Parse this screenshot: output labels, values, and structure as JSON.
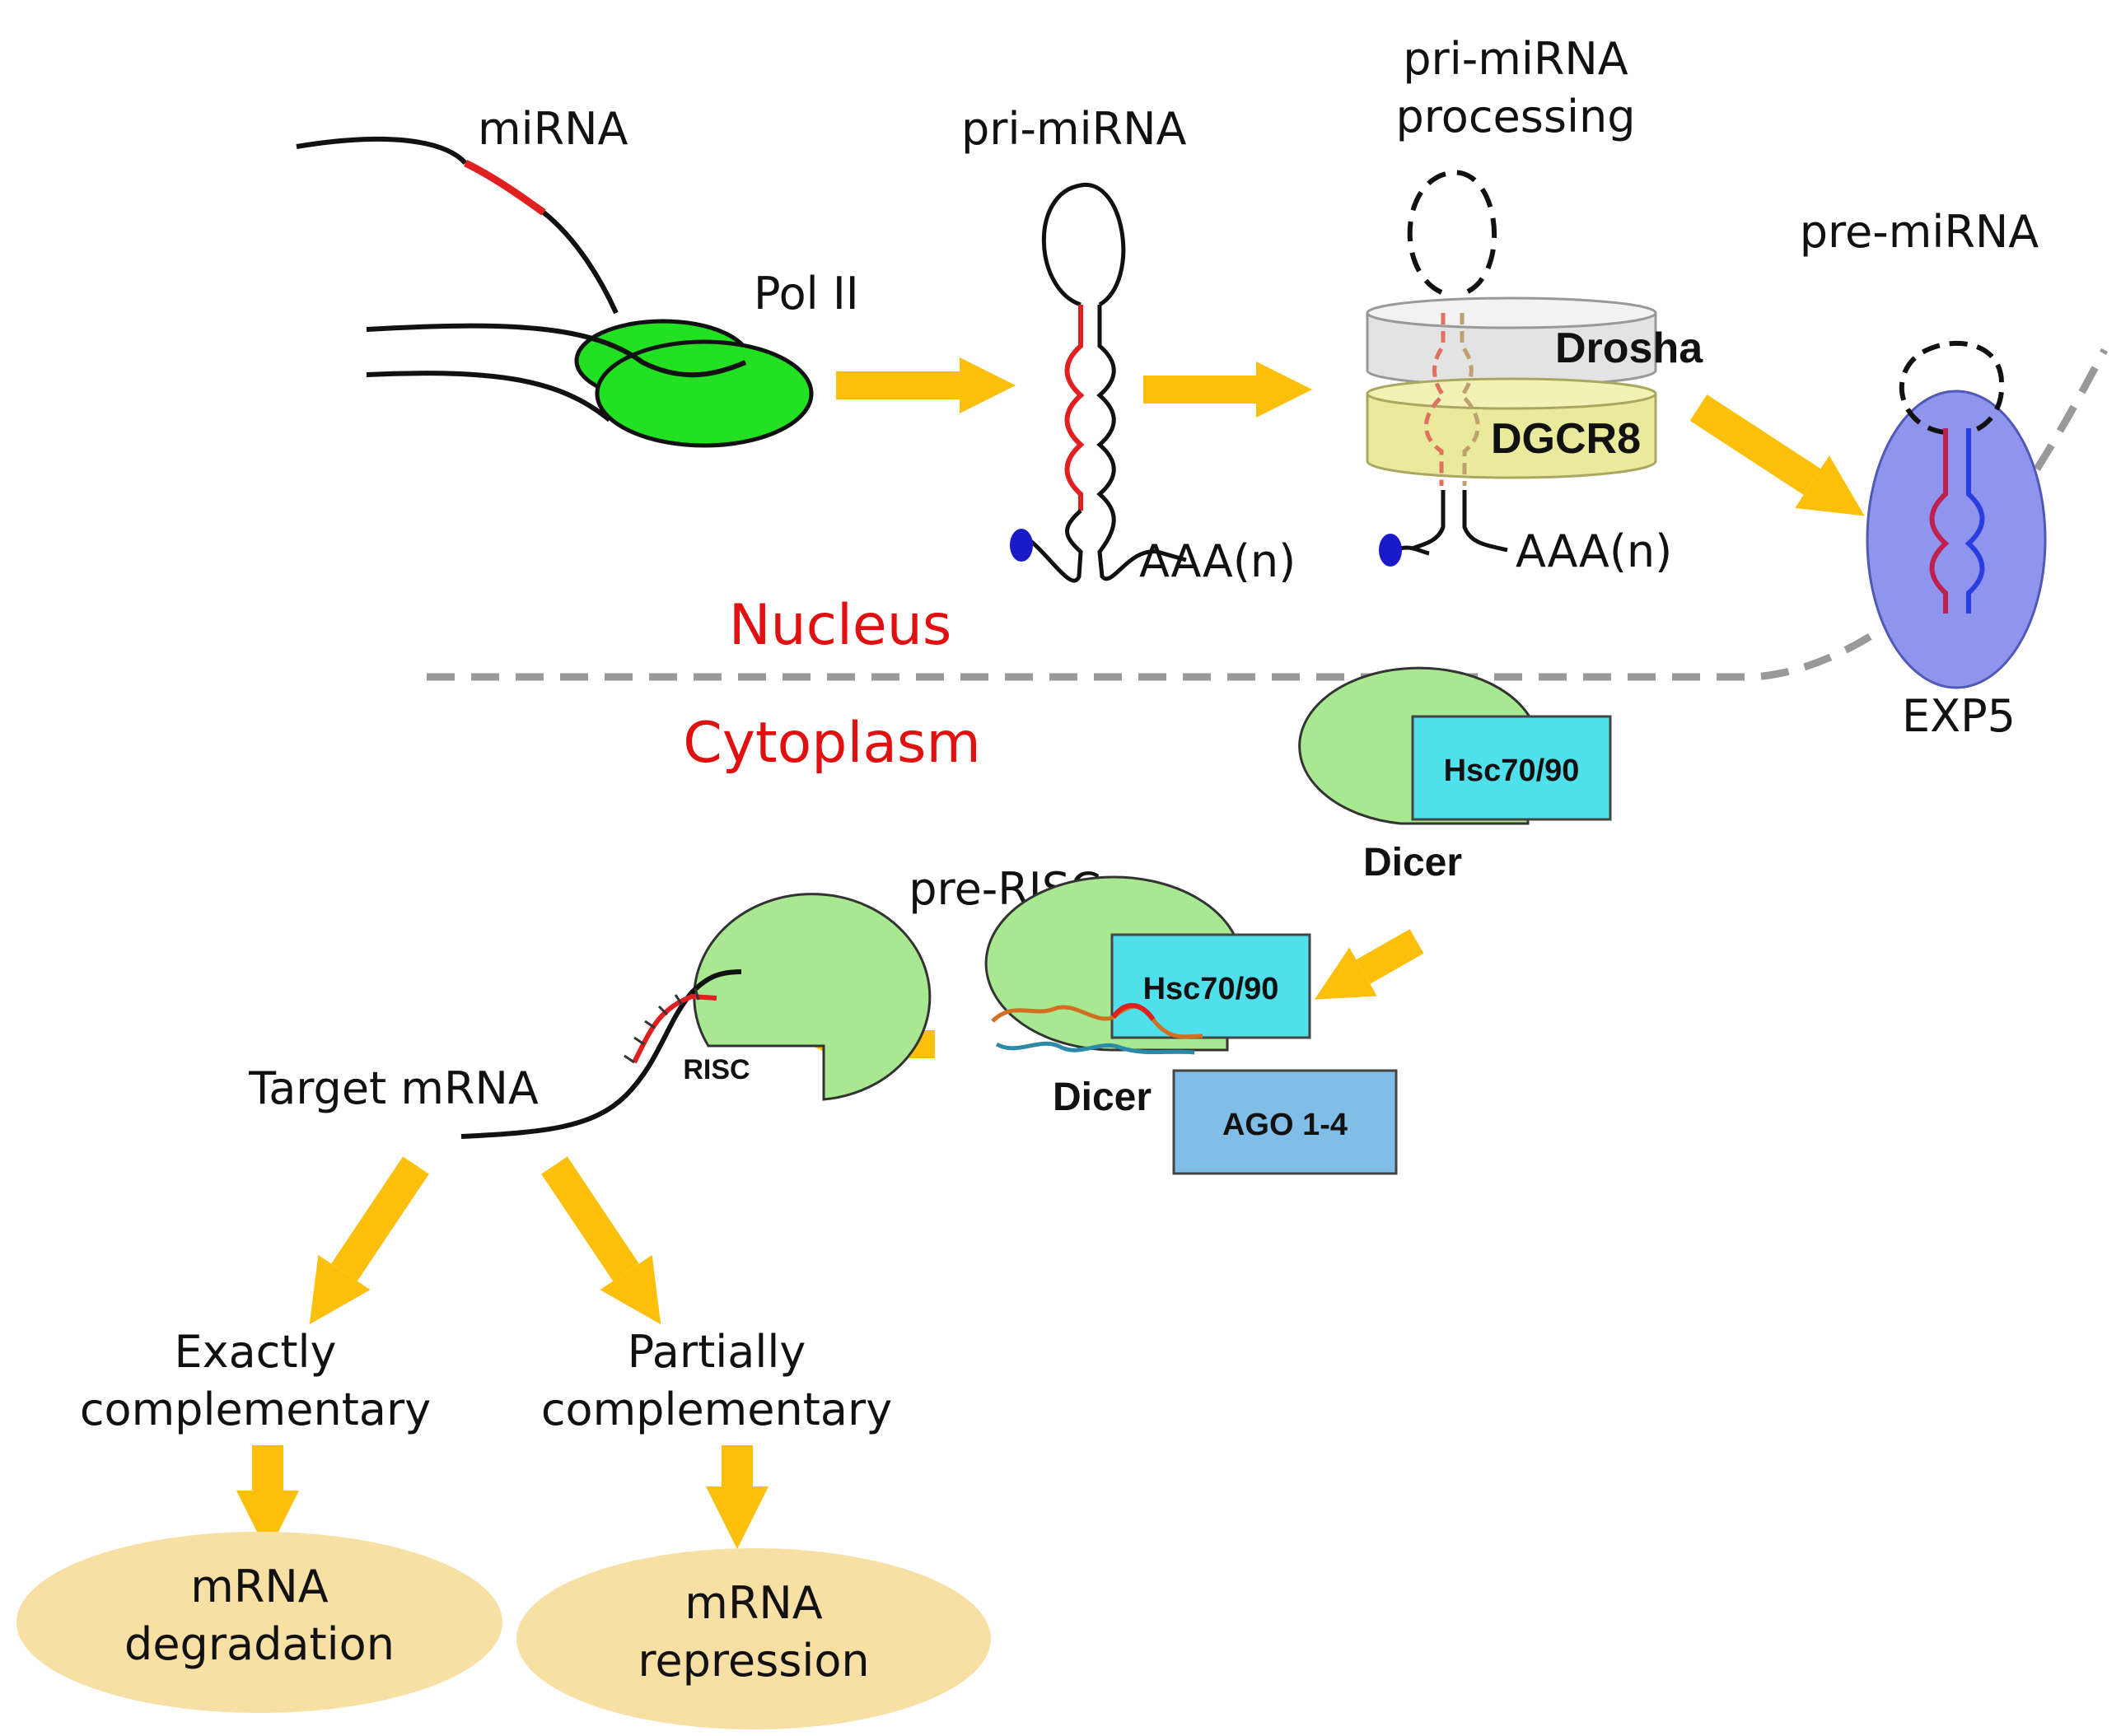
{
  "labels": {
    "mirna": "miRNA",
    "pol2": "Pol II",
    "pri_mirna": "pri-miRNA",
    "pri_processing_1": "pri-miRNA",
    "pri_processing_2": "processing",
    "pre_mirna": "pre-miRNA",
    "polya_1": "AAA(n)",
    "polya_2": "AAA(n)",
    "drosha": "Drosha",
    "dgcr8": "DGCR8",
    "nucleus": "Nucleus",
    "cytoplasm": "Cytoplasm",
    "exp5": "EXP5",
    "hsc_1": "Hsc70/90",
    "hsc_2": "Hsc70/90",
    "dicer_1": "Dicer",
    "dicer_2": "Dicer",
    "pre_risc": "pre-RISC",
    "ago": "AGO 1-4",
    "risc": "RISC",
    "target_mrna": "Target mRNA",
    "exact_1": "Exactly",
    "exact_2": "complementary",
    "partial_1": "Partially",
    "partial_2": "complementary",
    "degradation_1": "mRNA",
    "degradation_2": "degradation",
    "repression_1": "mRNA",
    "repression_2": "repression"
  },
  "colors": {
    "arrow": "#fcbf0a",
    "pol2": "#22e022",
    "mirna_strand": "#e02020",
    "passenger_strand": "#2a3ee0",
    "cap": "#1a1ac8",
    "drosha": "#e3e3e3",
    "dgcr8": "#eaea9c",
    "exp5": "#8f95ec",
    "dicer": "#a8e890",
    "hsc": "#50e0ec",
    "ago": "#80bee8",
    "outcome": "#f8e0a4",
    "compartment_label": "#e01010"
  }
}
